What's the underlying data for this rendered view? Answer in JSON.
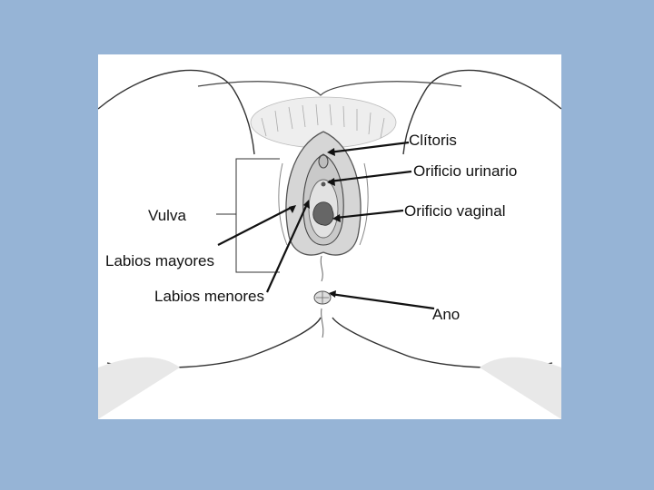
{
  "labels": {
    "clitoris": "Clítoris",
    "urinary_orifice": "Orificio urinario",
    "vaginal_orifice": "Orificio vaginal",
    "vulva": "Vulva",
    "labia_majora": "Labios mayores",
    "labia_minora": "Labios menores",
    "anus": "Ano"
  },
  "colors": {
    "background": "#96b4d6",
    "slide": "#ffffff",
    "outline": "#222222",
    "skin_shading": "#d9d9d9"
  }
}
